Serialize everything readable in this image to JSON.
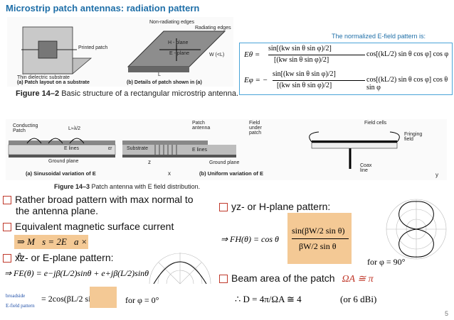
{
  "slide": {
    "title": "Microstrip patch antennas: radiation pattern",
    "page_number": "5"
  },
  "fig14_2": {
    "caption_prefix": "Figure 14–2",
    "caption_text": "Basic structure of a rectangular microstrip antenna.",
    "sub_a": "(a) Patch layout on a substrate",
    "sub_b": "(b) Details of patch shown in (a)",
    "labels": {
      "printed_patch": "Printed patch",
      "substrate": "Thin dielectric substrate",
      "non_radiating": "Non-radiating edges",
      "radiating": "Radiating edges",
      "h_plane": "H - plane",
      "e_plane": "E - plane",
      "w": "W (<L)",
      "l": "L"
    }
  },
  "efield": {
    "label": "The normalized E-field pattern is:",
    "e_theta_lhs": "Eθ =",
    "e_theta_num": "sin[(kw sin θ sin φ)/2]",
    "e_theta_den": "[(kw sin θ sin φ)/2]",
    "e_theta_rhs": "cos[(kL/2) sin θ cos φ] cos φ",
    "e_phi_lhs": "Eφ = −",
    "e_phi_num": "sin[(kw sin θ sin φ)/2]",
    "e_phi_den": "[(kw sin θ sin φ)/2]",
    "e_phi_rhs": "cos[(kL/2) sin θ cos φ] cos θ sin φ"
  },
  "fig14_3": {
    "caption_prefix": "Figure 14–3",
    "caption_text": "Patch antenna with E field distribution.",
    "sub_a": "(a) Sinusoidal variation of E",
    "sub_b": "(b) Uniform variation of E",
    "labels": {
      "conducting_patch": "Conducting Patch",
      "l_half": "L≈λ/2",
      "e_lines": "E lines",
      "ground_plane": "Ground plane",
      "substrate": "Substrate",
      "patch_antenna": "Patch antenna",
      "field_under": "Field under patch",
      "field_cells": "Field cells",
      "fringing": "Fringing field",
      "coax": "Coax line",
      "x": "x",
      "z": "z",
      "y": "y",
      "er": "εr"
    }
  },
  "bullets": {
    "b1_line1": "Rather broad pattern with max normal to",
    "b1_line2": "the antenna plane.",
    "b2": "Equivalent magnetic surface current",
    "b2_formula": "⇒ M⃗s = 2E⃗a × n̂",
    "b3": "xz- or E-plane pattern:",
    "b3_formula1": "⇒ FE(θ) = e−jβ(L/2)sinθ + e+jβ(L/2)sinθ",
    "b3_formula2": "= 2cos(βL/2 sinθ)",
    "b3_phi": "for φ = 0°",
    "broadside": "broadside",
    "epattern": "E-field pattern",
    "b4": "yz- or H-plane pattern:",
    "b4_formula_left": "⇒ FH(θ) = cos θ",
    "b4_formula_num": "sin(βW/2 sin θ)",
    "b4_formula_den": "βW/2 sin θ",
    "b4_phi": "for φ = 90°",
    "b5": "Beam area of the patch",
    "b5_red": "ΩA ≅ π",
    "b5_formula": "∴ D = 4π/ΩA ≅ 4",
    "b5_dbi": "(or 6 dBi)"
  },
  "colors": {
    "title": "#1f6fa8",
    "bullet_box": "#c0392b",
    "formula_box": "#f4c995",
    "efield_border": "#4aa4d8"
  }
}
